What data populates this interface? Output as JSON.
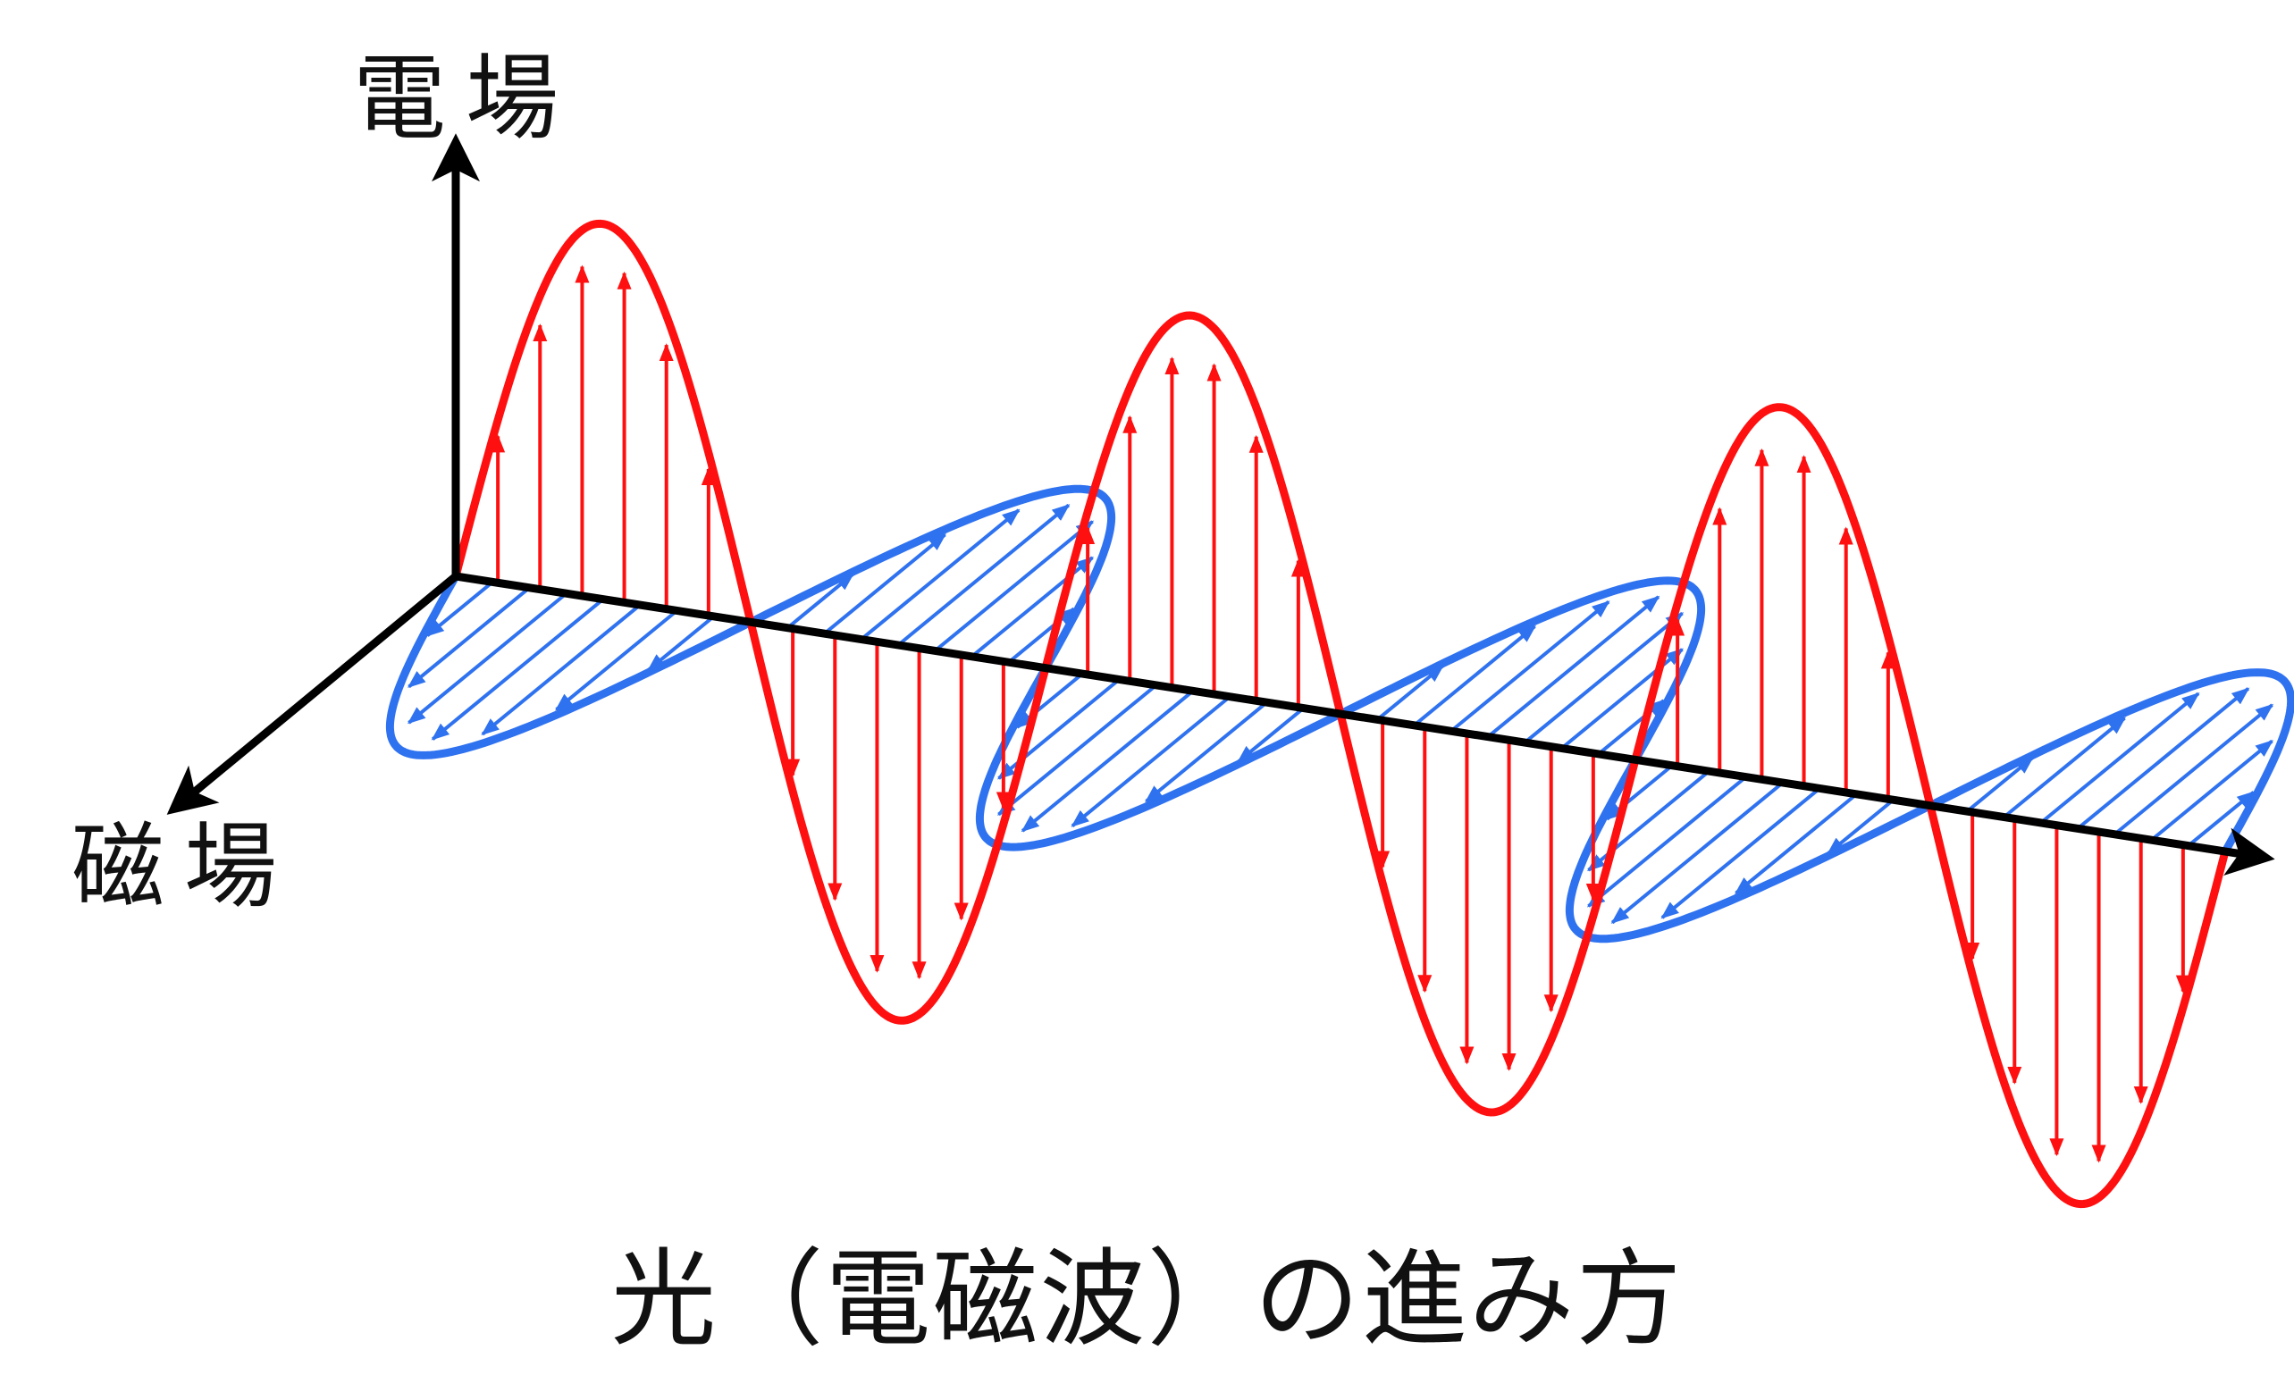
{
  "labels": {
    "electric_field": "電場",
    "magnetic_field": "磁場",
    "caption": "光（電磁波）の進み方"
  },
  "colors": {
    "electric_wave": "#ff1010",
    "magnetic_wave": "#2f72f0",
    "axes": "#000000",
    "text": "#111111"
  },
  "wave": {
    "cycles": 3,
    "electric_arrows_per_half_cycle": 6,
    "magnetic_arrows_per_half_cycle": 7
  }
}
